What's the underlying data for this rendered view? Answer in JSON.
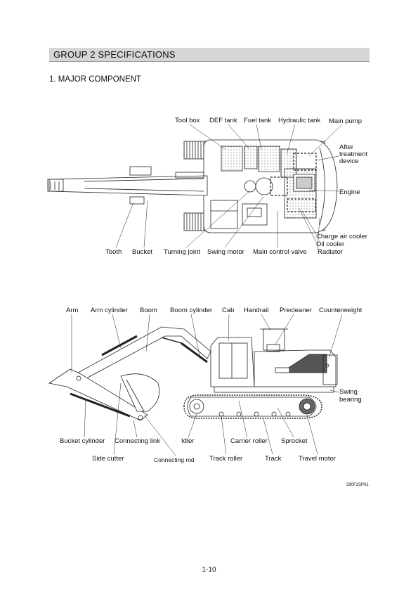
{
  "header": {
    "group_title": "GROUP  2  SPECIFICATIONS"
  },
  "section": {
    "title": "1.  MAJOR COMPONENT"
  },
  "top_view": {
    "labels": {
      "tool_box": "Tool box",
      "def_tank": "DEF tank",
      "fuel_tank": "Fuel tank",
      "hydraulic_tank": "Hydraulic tank",
      "main_pump": "Main pump",
      "after_treatment_1": "After",
      "after_treatment_2": "treatment",
      "after_treatment_3": "device",
      "engine": "Engine",
      "charge_air_cooler": "Charge air cooler",
      "oil_cooler": "Oil cooler",
      "radiator": "Radiator",
      "tooth": "Tooth",
      "bucket": "Bucket",
      "turning_joint": "Turning joint",
      "swing_motor": "Swing motor",
      "main_control_valve": "Main control valve"
    }
  },
  "side_view": {
    "labels": {
      "arm": "Arm",
      "arm_cylinder": "Arm cylinder",
      "boom": "Boom",
      "boom_cylinder": "Boom cylinder",
      "cab": "Cab",
      "handrail": "Handrail",
      "precleaner": "Precleaner",
      "counterweight": "Counterweight",
      "swing_bearing_1": "Swing",
      "swing_bearing_2": "bearing",
      "bucket_cylinder": "Bucket cylinder",
      "connecting_link": "Connecting link",
      "idler": "Idler",
      "carrier_roller": "Carrier roller",
      "sprocket": "Sprocket",
      "side_cutter": "Side cutter",
      "connecting_rod": "Connecting rod",
      "track_roller": "Track roller",
      "track": "Track",
      "travel_motor": "Travel motor"
    }
  },
  "figure_code": "290F2SP01",
  "page_number": "1-10"
}
